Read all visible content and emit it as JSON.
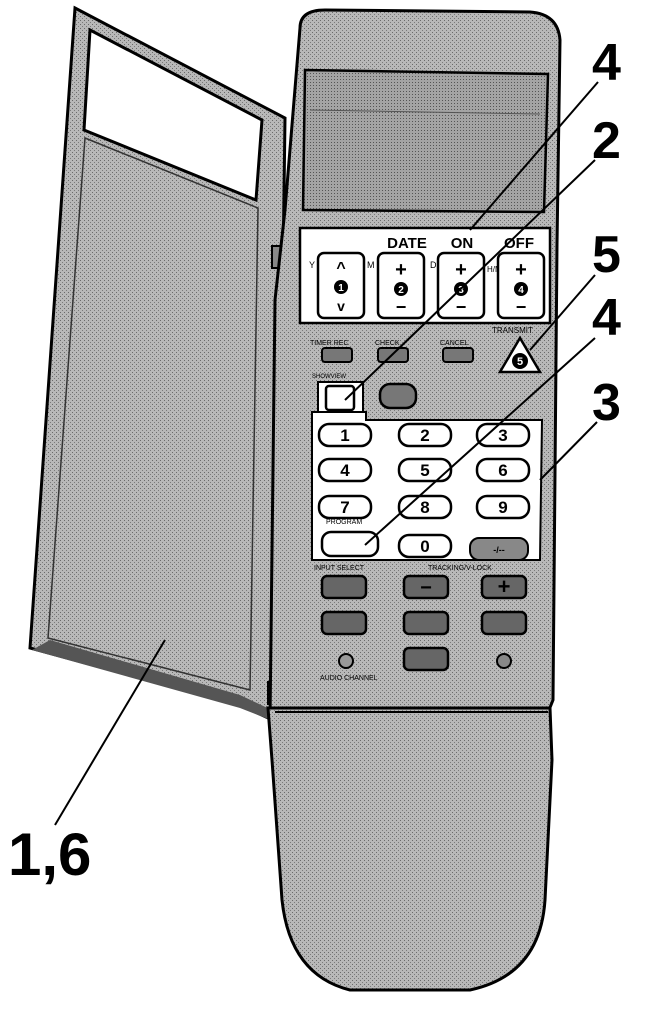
{
  "callouts": {
    "c4_top": "4",
    "c2": "2",
    "c5": "5",
    "c4_mid": "4",
    "c3": "3",
    "c16": "1,6"
  },
  "panel": {
    "date": "DATE",
    "on": "ON",
    "off": "OFF",
    "y": "Y",
    "m": "M",
    "d": "D",
    "hm": "H/M",
    "plus": "+",
    "minus": "−",
    "up_arrow": "^",
    "down_arrow": "v",
    "n1": "1",
    "n2": "2",
    "n3": "3",
    "n4": "4",
    "n5": "5"
  },
  "remote": {
    "timer_rec": "TIMER REC",
    "check": "CHECK",
    "cancel": "CANCEL",
    "transmit": "TRANSMIT",
    "program": "PROGRAM",
    "show_view": "SHOWVIEW",
    "input_select": "INPUT SELECT",
    "tracking_lock": "TRACKING/V-LOCK",
    "audio_channel": "AUDIO CHANNEL",
    "tracking_minus": "−",
    "tracking_plus": "+",
    "dash": "-/--"
  },
  "keypad": {
    "keys": [
      "1",
      "2",
      "3",
      "4",
      "5",
      "6",
      "7",
      "8",
      "9",
      "0"
    ]
  },
  "colors": {
    "ink": "#000000",
    "body": "#bdbdbd",
    "body_dark": "#8a8a8a",
    "cover": "#a9a9a9",
    "panel": "#ffffff"
  }
}
